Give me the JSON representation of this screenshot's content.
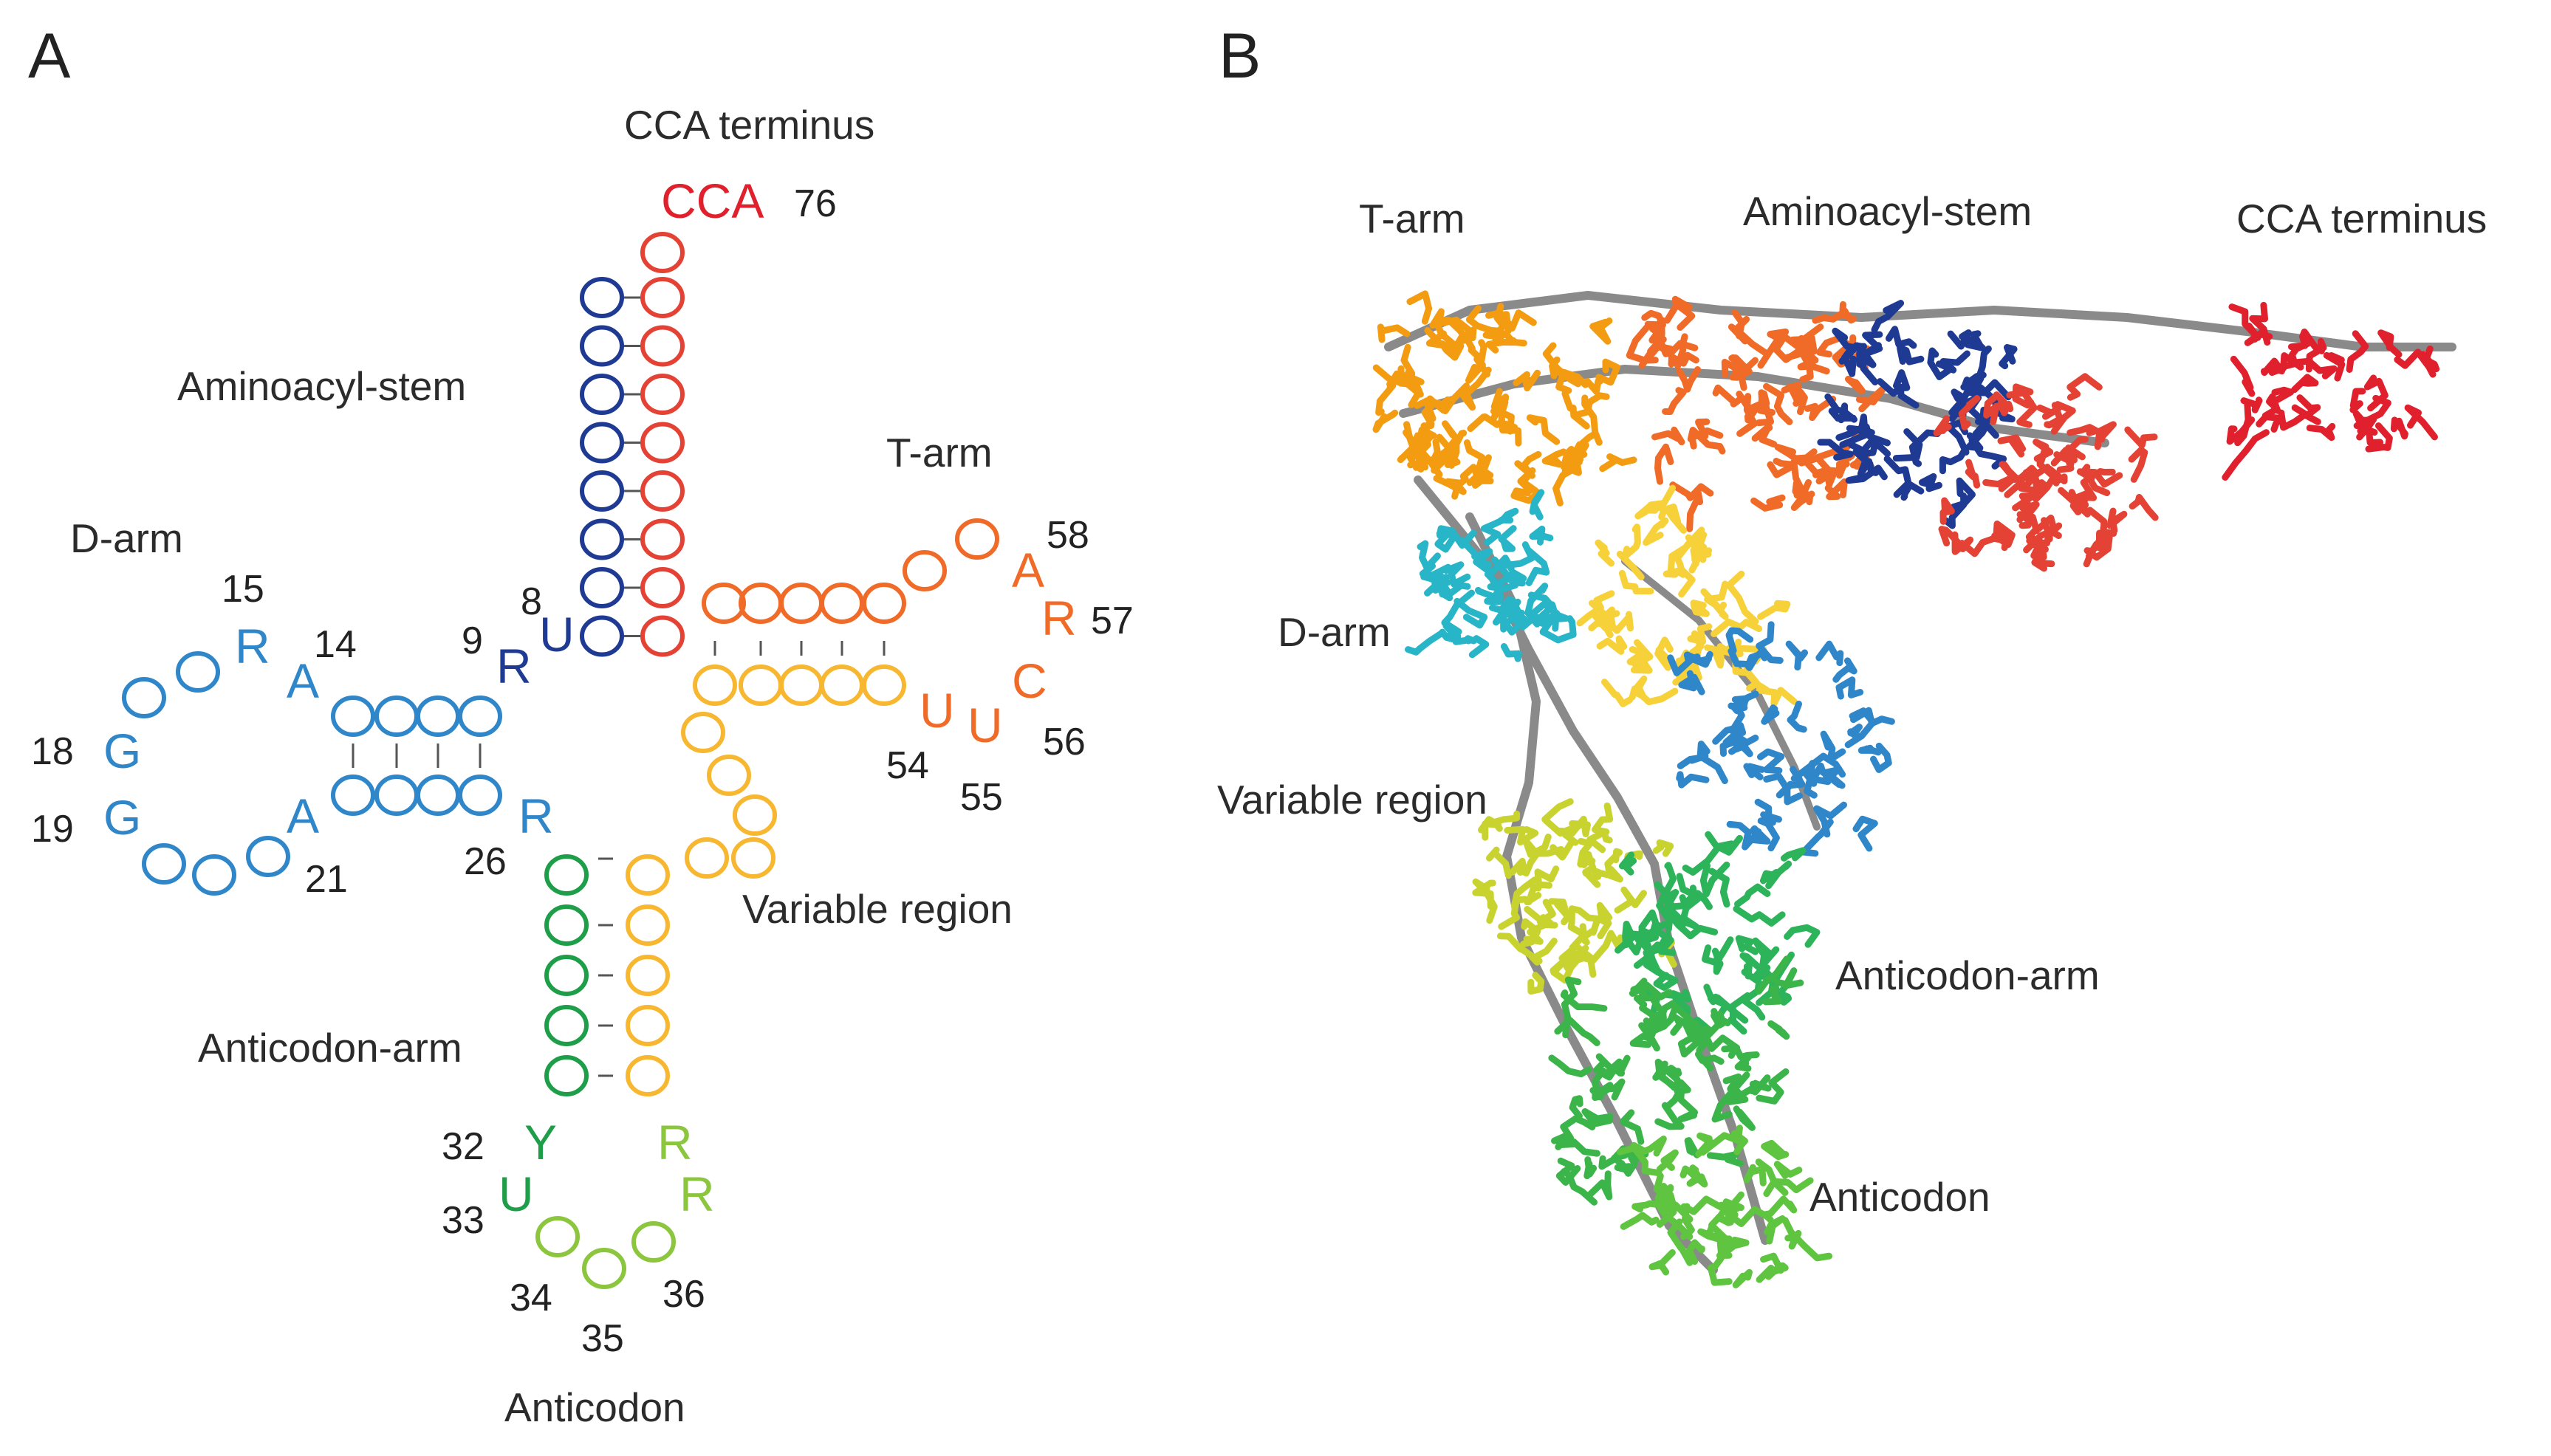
{
  "panel_a": {
    "letter": "A",
    "labels": {
      "cca_terminus": "CCA terminus",
      "cca_seq": "CCA",
      "aminoacyl_stem": "Aminoacyl-stem",
      "t_arm": "T-arm",
      "d_arm": "D-arm",
      "variable_region": "Variable region",
      "anticodon_arm": "Anticodon-arm",
      "anticodon": "Anticodon"
    },
    "positions": {
      "p76": "76",
      "p58": "58",
      "p57": "57",
      "p56": "56",
      "p55": "55",
      "p54": "54",
      "p15": "15",
      "p14": "14",
      "p9": "9",
      "p8": "8",
      "p18": "18",
      "p19": "19",
      "p21": "21",
      "p26": "26",
      "p32": "32",
      "p33": "33",
      "p34": "34",
      "p35": "35",
      "p36": "36"
    },
    "bases": {
      "b15": "R",
      "b14": "A",
      "b18": "G",
      "b19": "G",
      "b21": "A",
      "b26": "R",
      "b9": "R",
      "b8": "U",
      "b58": "A",
      "b57": "R",
      "b56": "C",
      "b55": "U",
      "b54": "U",
      "b32": "Y",
      "b33": "U",
      "b37": "R",
      "b36r": "R"
    }
  },
  "panel_b": {
    "letter": "B",
    "labels": {
      "t_arm": "T-arm",
      "aminoacyl_stem": "Aminoacyl-stem",
      "cca_terminus": "CCA terminus",
      "d_arm": "D-arm",
      "variable_region": "Variable region",
      "anticodon_arm": "Anticodon-arm",
      "anticodon": "Anticodon"
    }
  },
  "colors": {
    "cca": "#e0202c",
    "acceptor_5p": "#1f3a93",
    "acceptor_3p": "#e34234",
    "t_arm": "#f06a28",
    "t_stem_3p": "#f7b731",
    "d_arm": "#2f86c9",
    "d_link": "#1f3a93",
    "variable": "#f7b731",
    "anticodon_5p": "#1e9e48",
    "anticodon_loop": "#8cc63f",
    "backbone": "#8a8a8a"
  }
}
